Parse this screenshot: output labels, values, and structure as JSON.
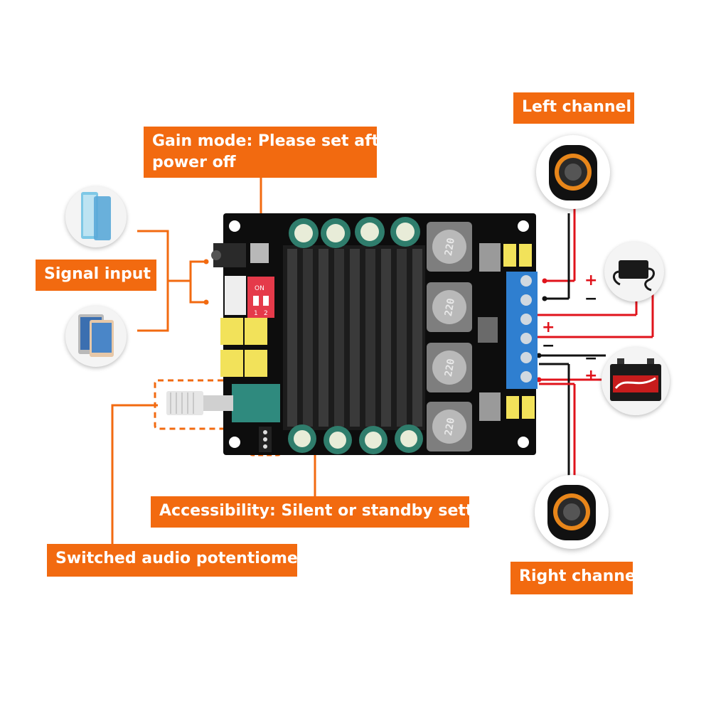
{
  "labels": {
    "gain_mode_line1": "Gain mode: Please set after",
    "gain_mode_line2": "power off",
    "left_channel": "Left channel",
    "signal_input": "Signal input",
    "accessibility": "Accessibility: Silent or standby settings",
    "switched_potentiometer": "Switched audio potentiometer",
    "right_channel": "Right channel"
  },
  "polarity": {
    "plus": "+",
    "minus": "−"
  },
  "dip_switch": {
    "state": "ON",
    "pos1": "1",
    "pos2": "2"
  },
  "inductor_marking": "220",
  "colors": {
    "accent": "#f26a10",
    "wire_positive": "#e0131b",
    "wire_negative": "#111111",
    "board": "#0d0d0d",
    "heatsink": "#1c1c1c",
    "terminal": "#2f7fd0",
    "capacitor_film": "#f2e25a",
    "capacitor_electrolytic": "#2f7d6c"
  },
  "icons": [
    "smartphone-icon",
    "tablet-icon",
    "speaker-icon",
    "power-adapter-icon",
    "battery-icon"
  ]
}
